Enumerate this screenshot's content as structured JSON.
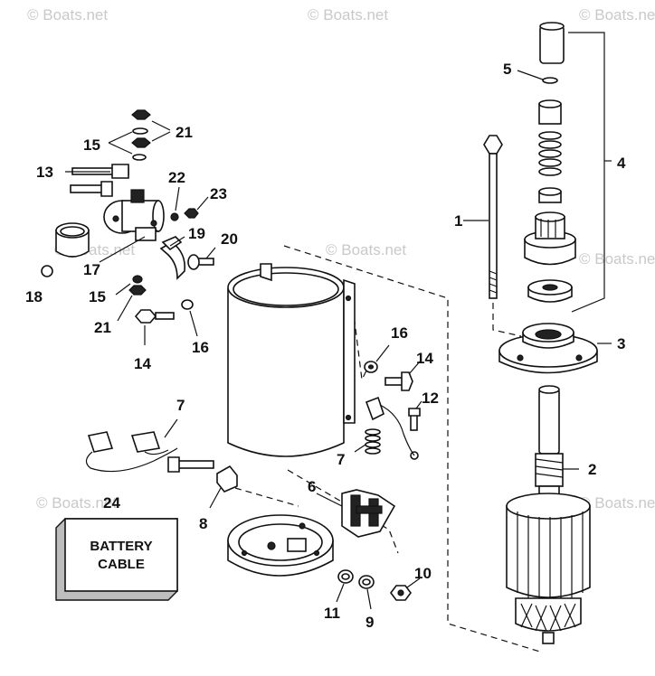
{
  "watermark": "© Boats.net",
  "callouts": {
    "c1": "1",
    "c2": "2",
    "c3": "3",
    "c4": "4",
    "c5": "5",
    "c6": "6",
    "c7a": "7",
    "c7b": "7",
    "c8": "8",
    "c9": "9",
    "c10": "10",
    "c11": "11",
    "c12": "12",
    "c13": "13",
    "c14a": "14",
    "c14b": "14",
    "c15a": "15",
    "c15b": "15",
    "c16a": "16",
    "c16b": "16",
    "c17": "17",
    "c18": "18",
    "c19": "19",
    "c20": "20",
    "c21a": "21",
    "c21b": "21",
    "c22": "22",
    "c23": "23",
    "c24": "24"
  },
  "battery_cable": {
    "line1": "BATTERY",
    "line2": "CABLE"
  }
}
